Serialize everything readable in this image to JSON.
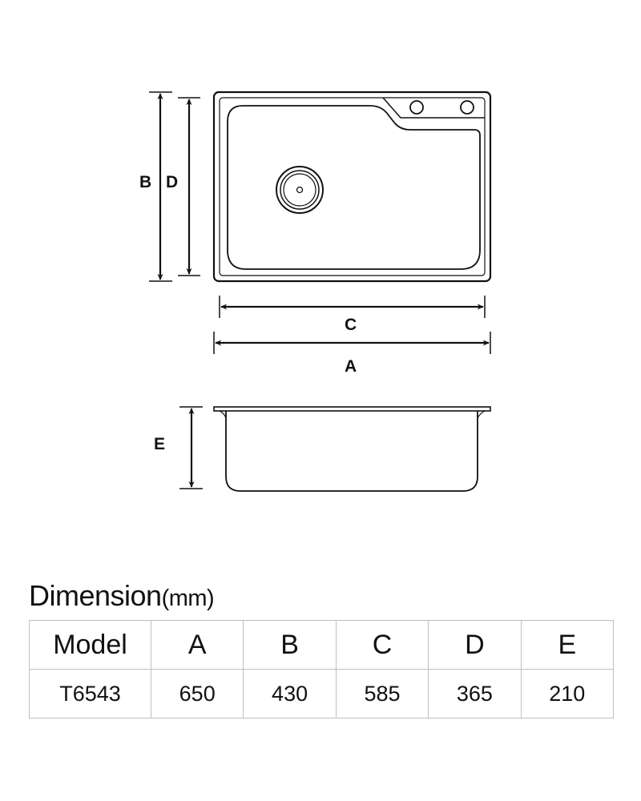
{
  "diagram": {
    "dimension_labels": {
      "A": "A",
      "B": "B",
      "C": "C",
      "D": "D",
      "E": "E"
    },
    "line_color": "#111111"
  },
  "table": {
    "title": "Dimension",
    "unit": "(mm)",
    "headers": [
      "Model",
      "A",
      "B",
      "C",
      "D",
      "E"
    ],
    "rows": [
      [
        "T6543",
        "650",
        "430",
        "585",
        "365",
        "210"
      ]
    ],
    "border_color": "#bfbfbf"
  }
}
